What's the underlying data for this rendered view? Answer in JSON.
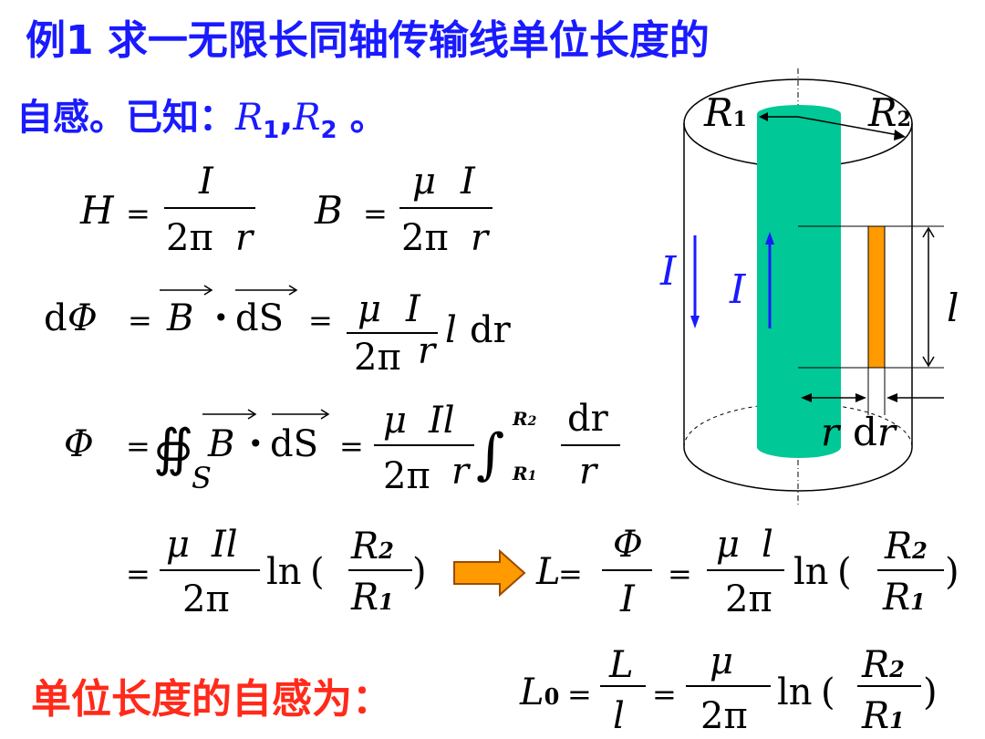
{
  "slide": {
    "title_line1": "例1  求一无限长同轴传输线单位长度的",
    "title_line2_prefix": "自感。已知：",
    "var_R": "R",
    "sub_1": "1",
    "sub_2": "2",
    "comma": ",",
    "period": " 。",
    "summary": "单位长度的自感为："
  },
  "equations": {
    "H": "H",
    "B": "B",
    "I": "I",
    "mu": "μ",
    "two_pi": "2π",
    "r": "r",
    "l": "l",
    "Il": "Il",
    "d_phi_d": "d",
    "Phi": "Φ",
    "S": "S",
    "dS": "dS",
    "dr": "dr",
    "ln": "ln",
    "R1": "R",
    "R2": "R",
    "L": "L",
    "L0": "L",
    "sub0": "0",
    "sub1": "1",
    "sub2": "2",
    "eq": "=",
    "dot": "•"
  },
  "figure": {
    "label_R1": "R",
    "label_R2": "R",
    "label_I_outer": "I",
    "label_I_inner": "I",
    "label_l": "l",
    "label_r": "r",
    "label_dr": "dr",
    "sub1": "1",
    "sub2": "2",
    "colors": {
      "inner_conductor": "#00c896",
      "strip": "#ff9a00",
      "arrow_blue": "#1a1aff",
      "arrow_orange": "#ff9a00"
    }
  }
}
